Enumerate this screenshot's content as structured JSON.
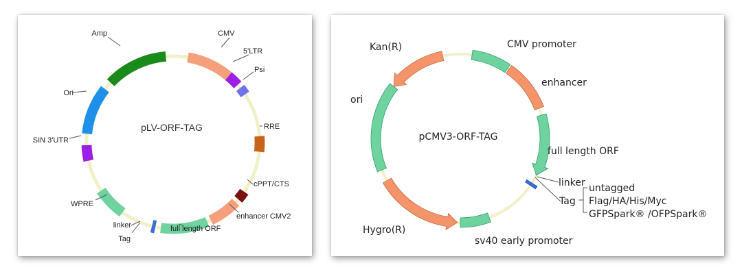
{
  "diagrams": [
    {
      "id": "left",
      "name": "pLV-ORF-TAG",
      "features": [
        {
          "id": "amp",
          "label": "Amp",
          "color": "#1a8a1a"
        },
        {
          "id": "cmv",
          "label": "CMV",
          "color": "#f4a07c"
        },
        {
          "id": "ltr5",
          "label": "5'LTR",
          "color": "#9b1fe6"
        },
        {
          "id": "psi",
          "label": "Psi",
          "color": "#7272e8"
        },
        {
          "id": "rre",
          "label": "RRE",
          "color": "#c8641a"
        },
        {
          "id": "cppt",
          "label": "cPPT/CTS",
          "color": "#7a1010"
        },
        {
          "id": "enh",
          "label": "enhancer CMV2",
          "color": "#f4a07c"
        },
        {
          "id": "orf",
          "label": "full length ORF",
          "color": "#6fd3a0"
        },
        {
          "id": "linker",
          "label": "linker",
          "color": "#3a6fd8"
        },
        {
          "id": "tag",
          "label": "Tag",
          "color": "#3a6fd8"
        },
        {
          "id": "wpre",
          "label": "WPRE",
          "color": "#6fd3a0"
        },
        {
          "id": "sin",
          "label": "SIN 3'UTR",
          "color": "#9b1fe6"
        },
        {
          "id": "ori",
          "label": "Ori",
          "color": "#1e90e8"
        }
      ]
    },
    {
      "id": "right",
      "name": "pCMV3-ORF-TAG",
      "features": [
        {
          "id": "cmvp",
          "label": "CMV promoter",
          "color": "#6fd3a0"
        },
        {
          "id": "enh",
          "label": "enhancer",
          "color": "#f4946a"
        },
        {
          "id": "orf",
          "label": "full length ORF",
          "color": "#6fd3a0"
        },
        {
          "id": "linker",
          "label": "linker",
          "color": "#3a6fd8"
        },
        {
          "id": "tag",
          "label": "Tag",
          "color": "#3a6fd8"
        },
        {
          "id": "sv40",
          "label": "sv40 early promoter",
          "color": "#6fd3a0"
        },
        {
          "id": "hygro",
          "label": "Hygro(R)",
          "color": "#f4946a"
        },
        {
          "id": "ori",
          "label": "ori",
          "color": "#6fd3a0"
        },
        {
          "id": "kan",
          "label": "Kan(R)",
          "color": "#f4946a"
        }
      ],
      "tag_options": [
        "untagged",
        "Flag/HA/His/Myc",
        "GFPSpark® /OFPSpark®"
      ]
    }
  ]
}
